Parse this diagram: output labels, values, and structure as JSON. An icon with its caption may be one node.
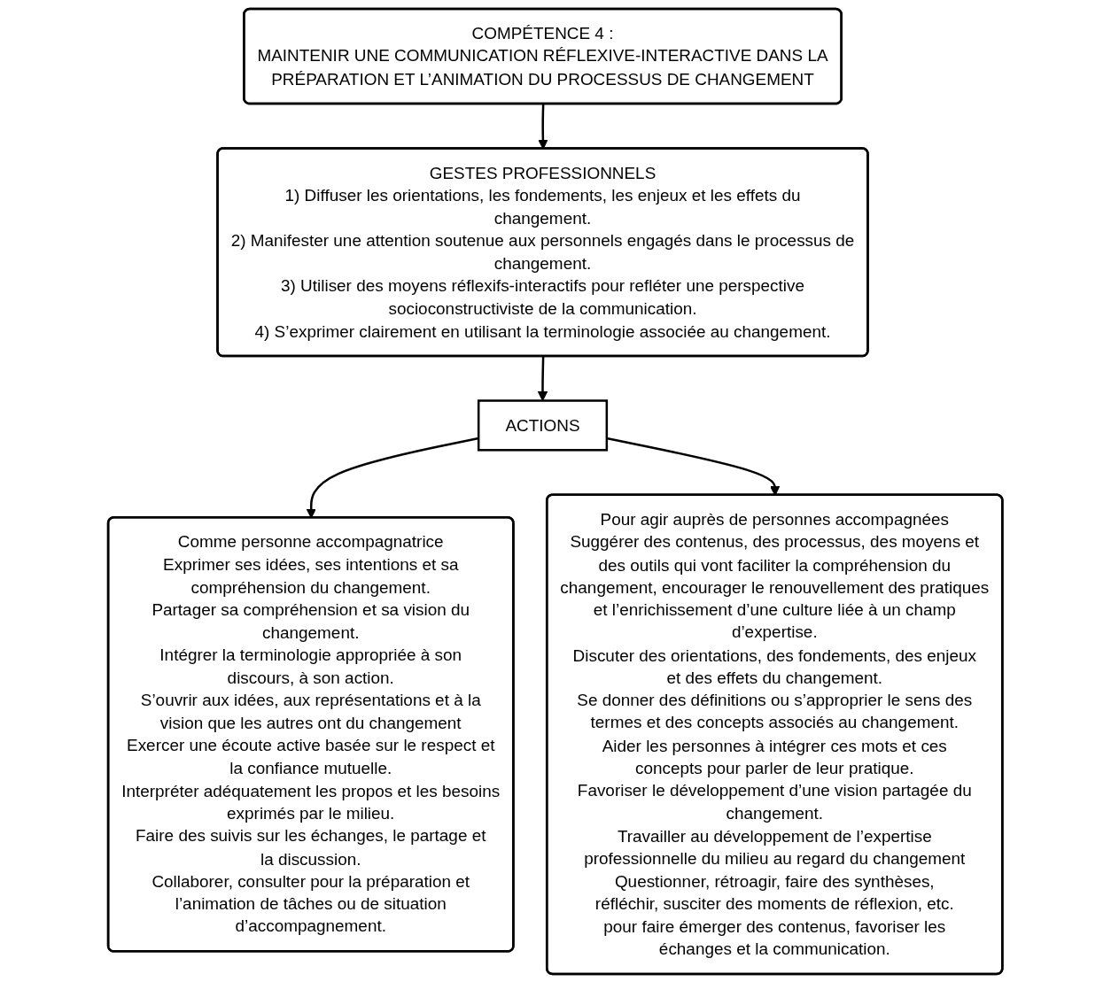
{
  "diagram": {
    "nodes": [
      {
        "text": [
          "COMPÉTENCE 4 :",
          "MAINTENIR UNE COMMUNICATION RÉFLEXIVE-INTERACTIVE DANS LA PRÉPARATION ET L’ANIMATION DU PROCESSUS DE CHANGEMENT"
        ]
      },
      {
        "text": [
          "GESTES PROFESSIONNELS",
          "1) Diffuser les orientations, les fondements, les enjeux et les effets du changement.",
          "2) Manifester une attention soutenue aux personnels engagés dans le processus de changement.",
          "3) Utiliser des moyens réflexifs-interactifs pour refléter une perspective socioconstructiviste de la communication.",
          "4) S’exprimer clairement en utilisant la terminologie associée au changement."
        ]
      },
      {
        "text": [
          "ACTIONS"
        ]
      },
      {
        "text": [
          "Comme personne accompagnatrice",
          "Exprimer ses idées, ses intentions et sa compréhension du changement.",
          "Partager sa compréhension et sa vision du changement.",
          "Intégrer la terminologie appropriée à son discours, à son action.",
          "S’ouvrir aux idées, aux représentations et à la vision que les autres ont du changement",
          "Exercer une écoute active basée sur le respect et la confiance mutuelle.",
          "Interpréter adéquatement les propos et les besoins exprimés par le milieu.",
          "Faire des suivis sur les échanges, le partage et la discussion.",
          "Collaborer, consulter pour la préparation et l’animation de tâches ou de situation d’accompagnement."
        ]
      },
      {
        "text": [
          "Pour agir auprès de personnes accompagnées",
          "Suggérer des contenus, des processus, des moyens et des outils qui vont faciliter la compréhension du changement, encourager le renouvellement des pratiques et l’enrichissement d’une culture liée à un champ d’expertise.",
          "Discuter des orientations, des fondements, des enjeux et des effets du changement.",
          "Se donner des définitions ou s’approprier le sens des termes et des concepts associés au changement.",
          "Aider les personnes à intégrer ces mots et ces concepts pour parler de leur pratique.",
          "Favoriser le développement d’une vision partagée du changement.",
          "Travailler au développement de l’expertise professionnelle du milieu au regard du changement",
          "Questionner, rétroagir, faire des synthèses, réfléchir, susciter des moments de réflexion, etc. pour faire émerger des contenus, favoriser les échanges et la communication."
        ]
      }
    ],
    "edges": [
      {
        "from": 0,
        "to": 1,
        "arrow": "to"
      },
      {
        "from": 1,
        "to": 2,
        "arrow": "to"
      },
      {
        "from": 2,
        "to": 3,
        "arrow": "to"
      },
      {
        "from": 2,
        "to": 4,
        "arrow": "to"
      }
    ]
  }
}
